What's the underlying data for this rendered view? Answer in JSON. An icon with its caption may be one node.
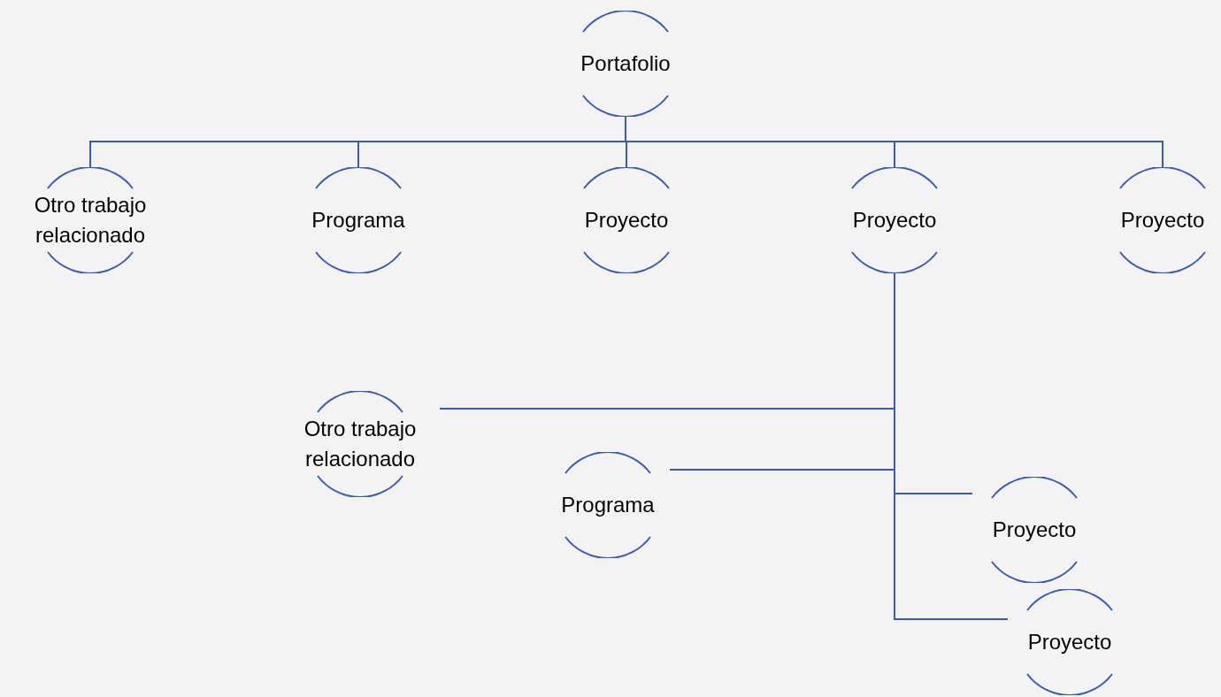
{
  "diagram": {
    "nodes": [
      {
        "text": [
          "Portafolio"
        ]
      },
      {
        "text": [
          "Otro trabajo relacionado"
        ]
      },
      {
        "text": [
          "Programa"
        ]
      },
      {
        "text": [
          "Proyecto"
        ]
      },
      {
        "text": [
          "Proyecto"
        ]
      },
      {
        "text": [
          "Proyecto"
        ]
      },
      {
        "text": [
          "Otro trabajo relacionado"
        ]
      },
      {
        "text": [
          "Programa"
        ]
      },
      {
        "text": [
          "Proyecto"
        ]
      },
      {
        "text": [
          "Proyecto"
        ]
      }
    ],
    "edges": [
      {
        "from": 0,
        "to": 1,
        "arrow": "none"
      },
      {
        "from": 0,
        "to": 2,
        "arrow": "none"
      },
      {
        "from": 0,
        "to": 3,
        "arrow": "none"
      },
      {
        "from": 0,
        "to": 4,
        "arrow": "none"
      },
      {
        "from": 0,
        "to": 5,
        "arrow": "none"
      },
      {
        "from": 4,
        "to": 6,
        "arrow": "none"
      },
      {
        "from": 4,
        "to": 7,
        "arrow": "none"
      },
      {
        "from": 4,
        "to": 8,
        "arrow": "none"
      },
      {
        "from": 4,
        "to": 9,
        "arrow": "none"
      }
    ]
  }
}
